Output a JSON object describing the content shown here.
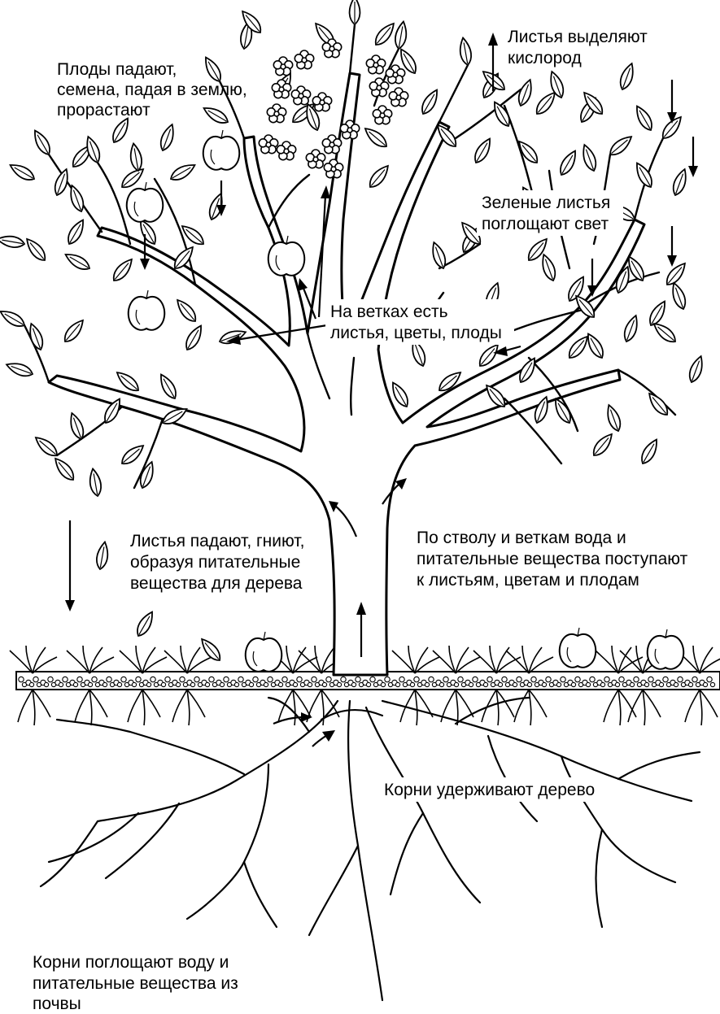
{
  "diagram": {
    "subject": "apple tree",
    "parts": [
      "crown",
      "branches",
      "leaves",
      "flowers",
      "fruits",
      "trunk",
      "soil",
      "roots"
    ],
    "icons": [
      "up-arrow-icon",
      "down-arrow-icon",
      "pointer-arrow-icon",
      "leaf-icon",
      "apple-icon",
      "flower-icon"
    ],
    "colors": {
      "ink": "#000000",
      "background": "#ffffff"
    }
  },
  "captions": {
    "fruits_fall": {
      "lines": [
        "Плоды падают,",
        "семена, падая в землю,",
        "прорастают"
      ]
    },
    "leaves_oxygen": {
      "lines": [
        "Листья выделяют",
        "кислород"
      ]
    },
    "green_leaves_light": {
      "lines": [
        "Зеленые листья",
        "поглощают свет"
      ]
    },
    "branches_have": {
      "lines": [
        "На ветках есть",
        "листья, цветы, плоды"
      ]
    },
    "leaves_fall": {
      "lines": [
        "Листья падают, гниют,",
        "образуя питательные",
        "вещества для дерева"
      ]
    },
    "trunk_transport": {
      "lines": [
        "По стволу и веткам вода и",
        "питательные вещества поступают",
        "к листьям, цветам и плодам"
      ]
    },
    "roots_hold": {
      "lines": [
        "Корни удерживают дерево"
      ]
    },
    "roots_absorb": {
      "lines": [
        "Корни поглощают воду и",
        "питательные вещества из",
        "почвы"
      ]
    }
  }
}
